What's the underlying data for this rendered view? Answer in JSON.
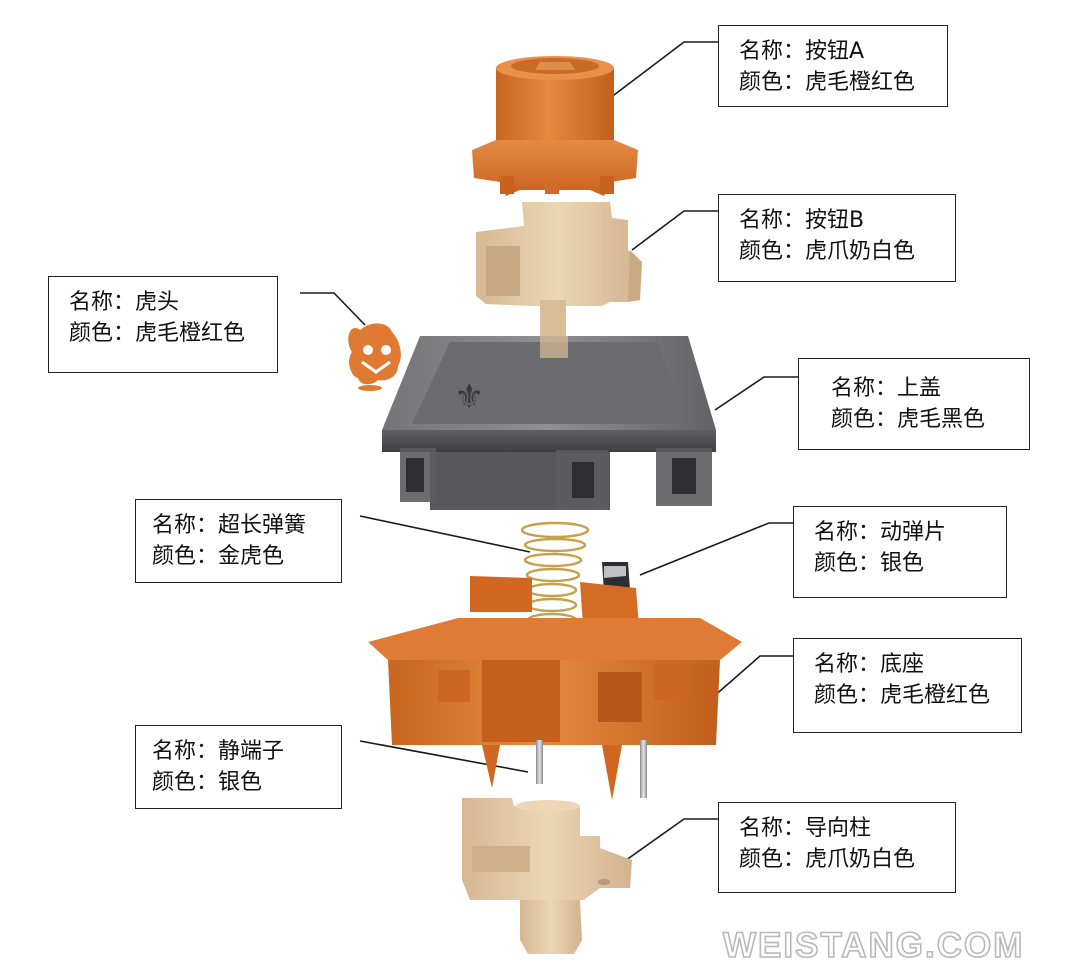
{
  "colors": {
    "tiger_orange": "#D9732A",
    "claw_cream": "#E3C9A5",
    "tiger_black": "#4a4a4e",
    "gold_spring": "#C9A04A",
    "silver": "#B9B9BD"
  },
  "labels": {
    "button_a": {
      "line1": "名称：按钮A",
      "line2": "颜色：虎毛橙红色"
    },
    "button_b": {
      "line1": "名称：按钮B",
      "line2": "颜色：虎爪奶白色"
    },
    "tiger_head": {
      "line1": "名称：虎头",
      "line2": "颜色：虎毛橙红色"
    },
    "top_cover": {
      "line1": "名称：上盖",
      "line2": "颜色：虎毛黑色"
    },
    "spring": {
      "line1": "名称：超长弹簧",
      "line2": "颜色：金虎色"
    },
    "leaf": {
      "line1": "名称：动弹片",
      "line2": "颜色：银色"
    },
    "base": {
      "line1": "名称：底座",
      "line2": "颜色：虎毛橙红色"
    },
    "terminal": {
      "line1": "名称：静端子",
      "line2": "颜色：银色"
    },
    "guide_post": {
      "line1": "名称：导向柱",
      "line2": "颜色：虎爪奶白色"
    }
  },
  "brand": {
    "text": "WEISTANG.COM"
  }
}
